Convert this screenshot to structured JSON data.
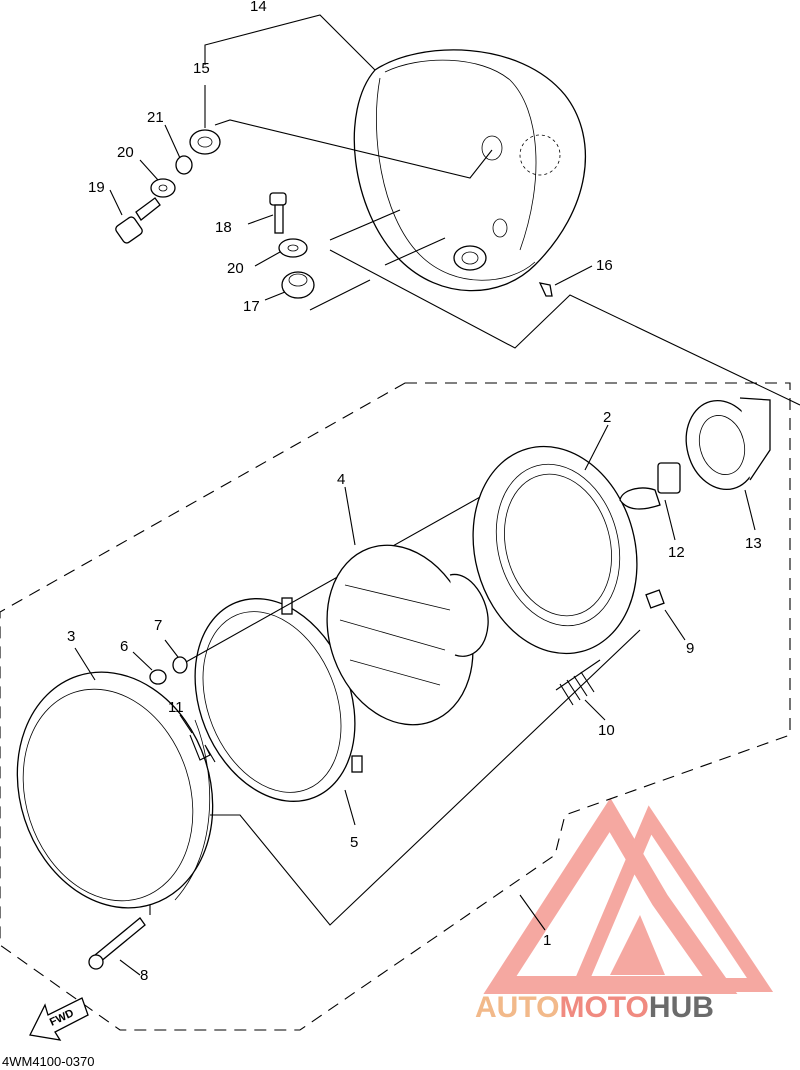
{
  "diagram": {
    "code": "4WM4100-0370",
    "fwd_label": "FWD",
    "callouts": [
      {
        "id": "c1",
        "label": "1"
      },
      {
        "id": "c2",
        "label": "2"
      },
      {
        "id": "c3",
        "label": "3"
      },
      {
        "id": "c4",
        "label": "4"
      },
      {
        "id": "c5",
        "label": "5"
      },
      {
        "id": "c6",
        "label": "6"
      },
      {
        "id": "c7",
        "label": "7"
      },
      {
        "id": "c8",
        "label": "8"
      },
      {
        "id": "c9",
        "label": "9"
      },
      {
        "id": "c10",
        "label": "10"
      },
      {
        "id": "c11",
        "label": "11"
      },
      {
        "id": "c12",
        "label": "12"
      },
      {
        "id": "c13",
        "label": "13"
      },
      {
        "id": "c14",
        "label": "14"
      },
      {
        "id": "c15",
        "label": "15"
      },
      {
        "id": "c16",
        "label": "16"
      },
      {
        "id": "c17",
        "label": "17"
      },
      {
        "id": "c18",
        "label": "18"
      },
      {
        "id": "c19",
        "label": "19"
      },
      {
        "id": "c20a",
        "label": "20"
      },
      {
        "id": "c20b",
        "label": "20"
      },
      {
        "id": "c21",
        "label": "21"
      }
    ]
  },
  "watermark": {
    "part1": "AUTO",
    "part2": "MOTO",
    "part3": "HUB",
    "colors": {
      "auto": "#f2b98a",
      "moto": "#f08a80",
      "hub": "#6b6b6b",
      "mark": "#f28b82"
    }
  }
}
